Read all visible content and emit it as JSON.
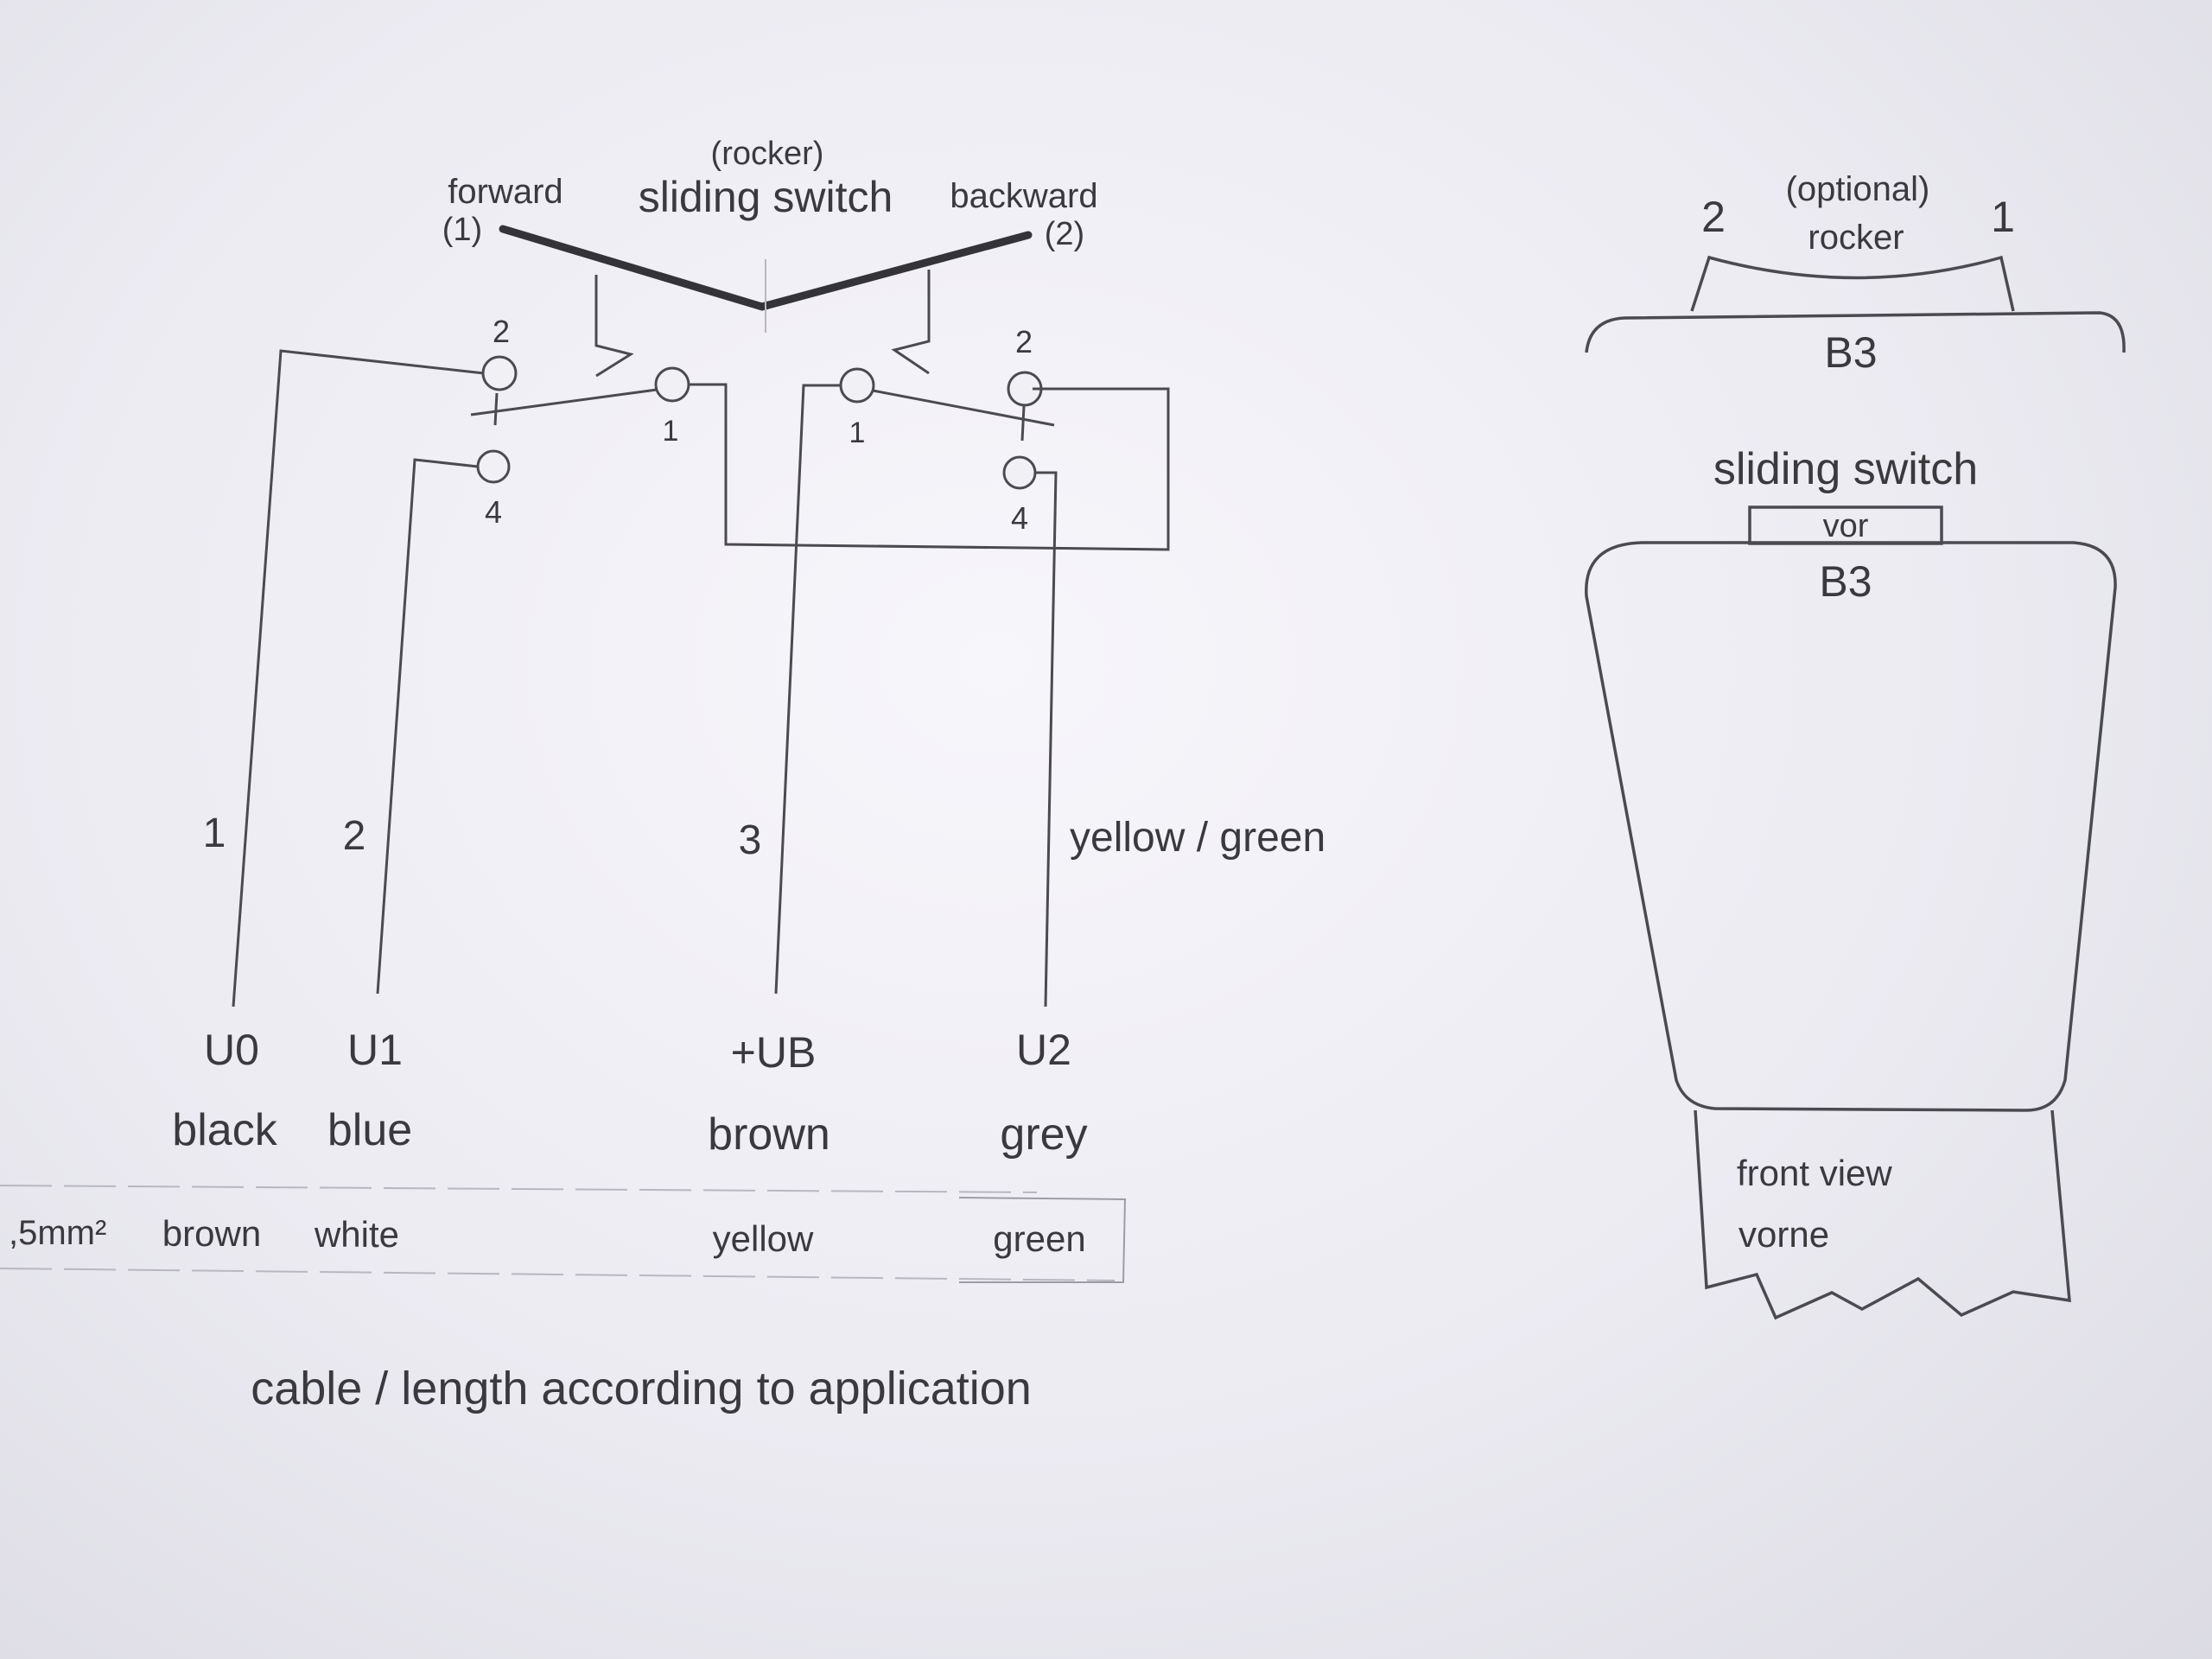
{
  "switch": {
    "rocker_note": "(rocker)",
    "title": "sliding switch",
    "forward_label": "forward",
    "forward_num": "(1)",
    "backward_label": "backward",
    "backward_num": "(2)"
  },
  "terminals": {
    "left_top": "2",
    "left_mid": "1",
    "left_bottom": "4",
    "right_mid": "1",
    "right_top": "2",
    "right_bottom": "4"
  },
  "wires": [
    {
      "number": "1",
      "terminal": "U0",
      "color": "black"
    },
    {
      "number": "2",
      "terminal": "U1",
      "color": "blue"
    },
    {
      "number": "3",
      "terminal": "+UB",
      "color": "brown"
    },
    {
      "number": "",
      "terminal": "U2",
      "color": "grey"
    }
  ],
  "yellow_green": "yellow / green",
  "cable_row": {
    "size": ",5mm²",
    "c1": "brown",
    "c2": "white",
    "c3": "yellow",
    "c4": "green"
  },
  "cable_note": "cable / length according to application",
  "rocker_view": {
    "optional": "(optional)",
    "rocker": "rocker",
    "left_num": "2",
    "right_num": "1",
    "model": "B3"
  },
  "front_view": {
    "title": "sliding switch",
    "vor": "vor",
    "model": "B3",
    "front_view": "front view",
    "vorne": "vorne"
  }
}
